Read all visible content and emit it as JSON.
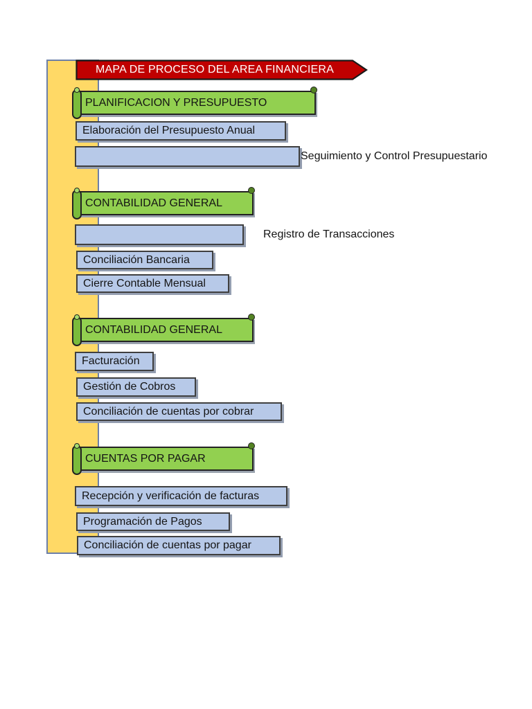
{
  "title_banner": {
    "label": "MAPA DE PROCESO DEL AREA FINANCIERA",
    "fill": "#C00000",
    "border": "#1A1A1A",
    "text_color": "#FFFFFF"
  },
  "colors": {
    "page_background": "#FFFFFF",
    "sidebar_fill": "#FFD966",
    "sidebar_border": "#6C7FA8",
    "scroll_fill": "#92D050",
    "scroll_roll_fill": "#7ABB3B",
    "scroll_border": "#222222",
    "box_fill": "#B7C9E8",
    "box_border": "#3F3F3F",
    "box_shadow": "#949EB0",
    "text": "#141414"
  },
  "sections": [
    {
      "header": "PLANIFICACION Y PRESUPUESTO",
      "items": [
        {
          "label": "Elaboración del Presupuesto Anual",
          "label_inside": true
        },
        {
          "label": "Seguimiento y Control Presupuestario",
          "label_inside": false
        }
      ]
    },
    {
      "header": "CONTABILIDAD GENERAL",
      "items": [
        {
          "label": "Registro de Transacciones",
          "label_inside": false
        },
        {
          "label": "Conciliación Bancaria",
          "label_inside": true
        },
        {
          "label": "Cierre Contable Mensual",
          "label_inside": true
        }
      ]
    },
    {
      "header": "CONTABILIDAD GENERAL",
      "items": [
        {
          "label": "Facturación",
          "label_inside": true
        },
        {
          "label": "Gestión de Cobros",
          "label_inside": true
        },
        {
          "label": "Conciliación de cuentas por cobrar",
          "label_inside": true
        }
      ]
    },
    {
      "header": "CUENTAS POR PAGAR",
      "items": [
        {
          "label": "Recepción y verificación de facturas",
          "label_inside": true
        },
        {
          "label": "Programación de Pagos",
          "label_inside": true
        },
        {
          "label": "Conciliación de cuentas por pagar",
          "label_inside": true
        }
      ]
    }
  ]
}
